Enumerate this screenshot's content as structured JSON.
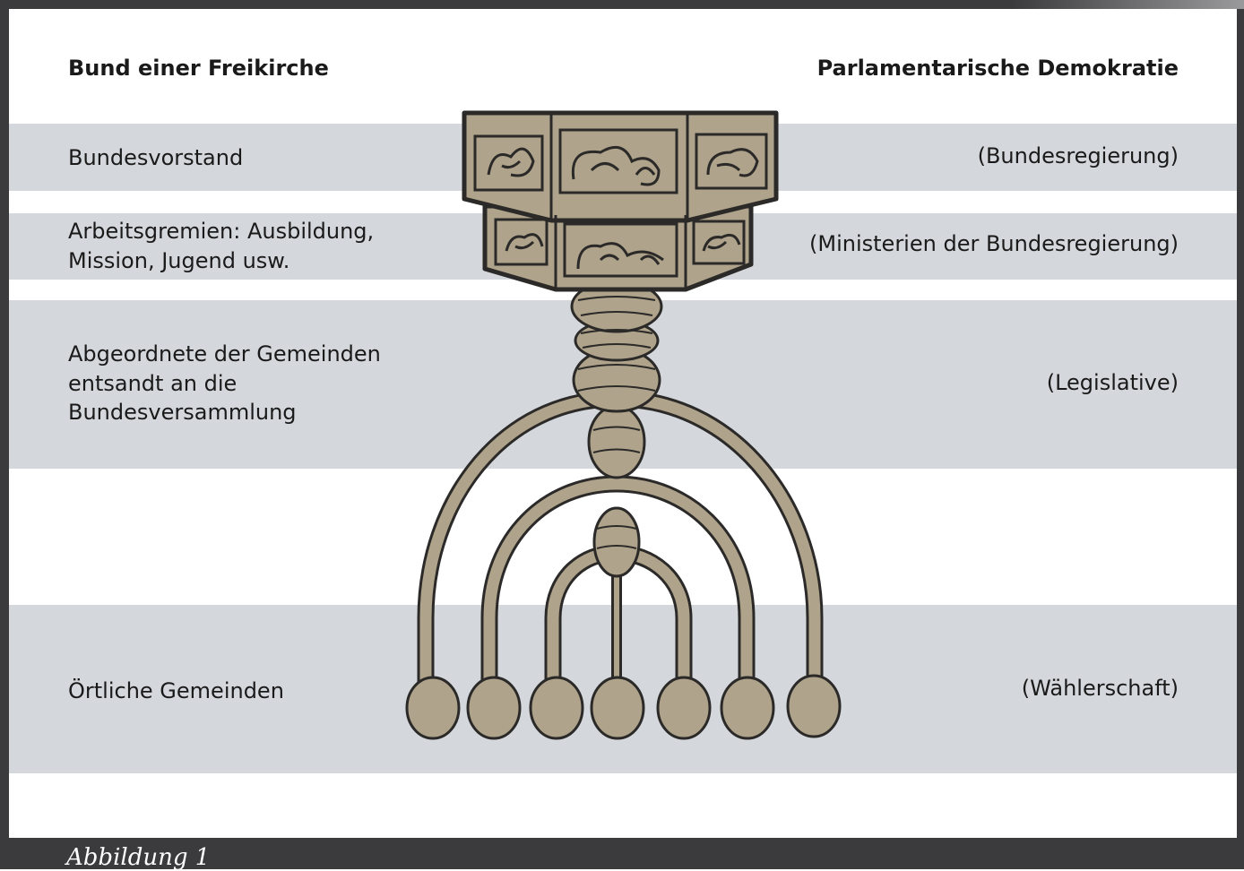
{
  "diagram": {
    "left_header": "Bund einer Freikirche",
    "right_header": "Parlamentarische Demokratie",
    "rows": [
      {
        "left": "Bundesvorstand",
        "right": "(Bundesregierung)"
      },
      {
        "left": "Arbeitsgremien: Ausbildung,\nMission, Jugend usw.",
        "right": "(Ministerien der Bundesregierung)"
      },
      {
        "left": "Abgeordnete der Gemeinden\nentsandt an die\nBundesversammlung",
        "right": "(Legislative)"
      },
      {
        "left": "Örtliche Gemeinden",
        "right": "(Wählerschaft)"
      }
    ],
    "caption": "Abbildung 1"
  },
  "colors": {
    "frame": "#3b3b3d",
    "band": "#d4d8dc",
    "illustration_fill": "#afa38b",
    "illustration_stroke": "#2b2a28"
  },
  "icons": [
    "candelabrum-illustration"
  ]
}
